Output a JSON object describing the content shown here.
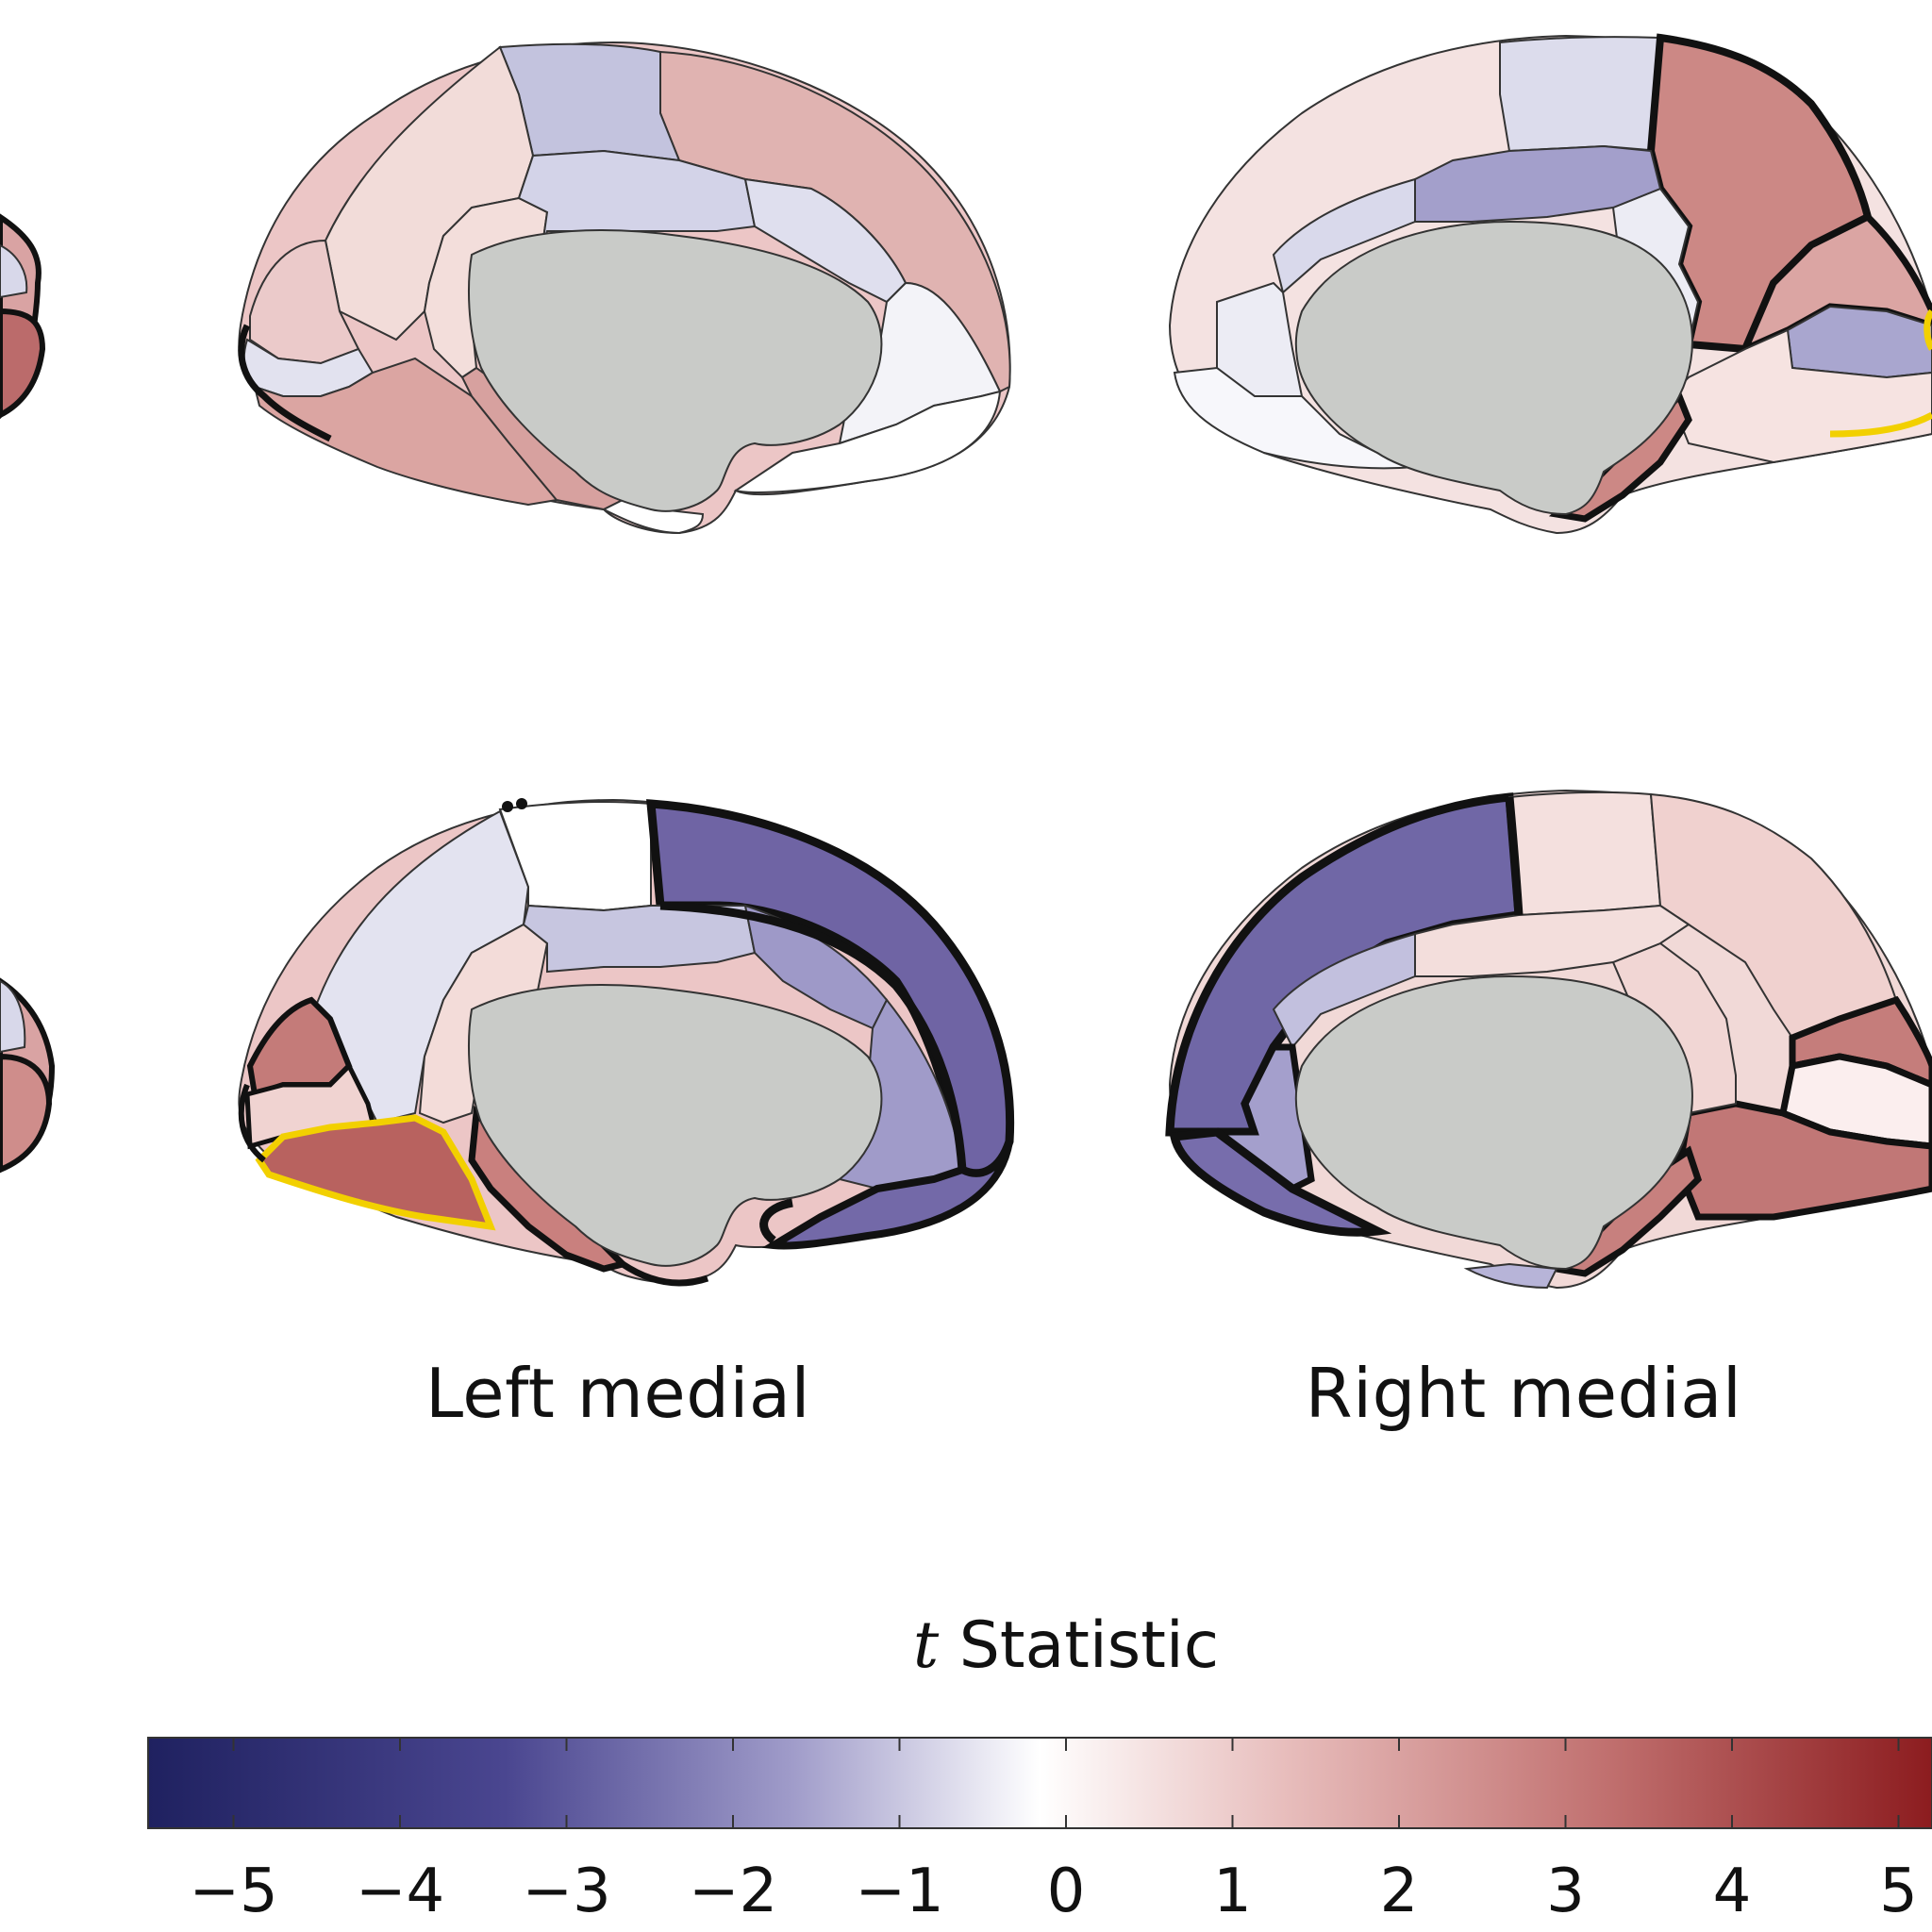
{
  "views": {
    "left_medial": "Left medial",
    "right_medial": "Right medial"
  },
  "colorbar": {
    "title_var": "t",
    "title_rest": " Statistic",
    "min": -5.5,
    "max": 5.5,
    "ticks": [
      "-5",
      "-4",
      "-3",
      "-2",
      "-1",
      "0",
      "1",
      "2",
      "3",
      "4",
      "5"
    ],
    "colors": {
      "neg_end": "#1f2160",
      "mid": "#ffffff",
      "pos_end": "#8c1c1f"
    }
  },
  "colors": {
    "medial_wall": "#c9cbc8",
    "outline_significant": "#111111",
    "outline_highlight": "#f2d000",
    "region_edge": "#333333"
  }
}
